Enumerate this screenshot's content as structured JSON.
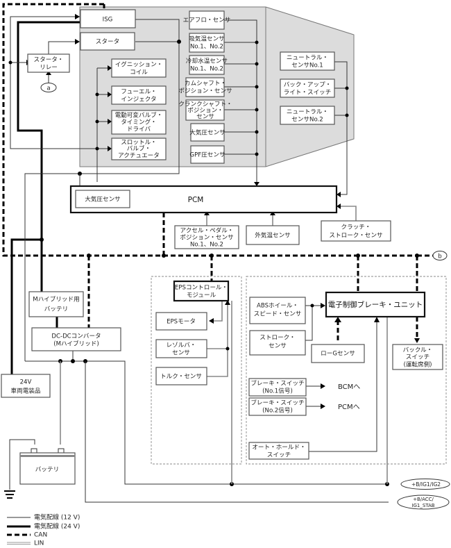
{
  "diagram": {
    "colors": {
      "shaded_area": "#dcdcdc",
      "line": "#333333",
      "lin": "#888888"
    },
    "engine_group": {
      "isg": "ISG",
      "starter": "スタータ",
      "starter_relay": [
        "スタータ・",
        "リレー"
      ],
      "ignition_coil": [
        "イグニッション・",
        "コイル"
      ],
      "fuel_injector": [
        "フューエル・",
        "インジェクタ"
      ],
      "vvt_driver": [
        "電動可変バルブ・",
        "タイミング・",
        "ドライバ"
      ],
      "throttle_actuator": [
        "スロットル・",
        "バルブ・",
        "アクチュエータ"
      ]
    },
    "sensors": {
      "airflow": "エアフロ・センサ",
      "intake_temp": [
        "吸気温センサ",
        "No.1、No.2"
      ],
      "coolant_temp": [
        "冷却水温センサ",
        "No.1、No.2"
      ],
      "cam_position": [
        "カムシャフト・",
        "ポジション・センサ"
      ],
      "crank_position": [
        "クランクシャフト・",
        "ポジション・",
        "センサ"
      ],
      "baro": "大気圧センサ",
      "gpf_pressure": "GPF圧センサ"
    },
    "trans_group": {
      "neutral1": [
        "ニュートラル・",
        "センサNo.1"
      ],
      "backup_light": [
        "バック・アップ・",
        "ライト・スイッチ"
      ],
      "neutral2": [
        "ニュートラル・",
        "センサNo.2"
      ]
    },
    "pcm": {
      "label": "PCM",
      "internal_sensor": "大気圧センサ"
    },
    "pcm_inputs": {
      "accel_pedal": [
        "アクセル・ペダル・",
        "ポジション・センサ",
        "No.1、No.2"
      ],
      "ambient_temp": "外気温センサ",
      "clutch_stroke": [
        "クラッチ・",
        "ストローク・センサ"
      ]
    },
    "markers": {
      "a": "a",
      "b": "b"
    },
    "power": {
      "mhybrid_battery": [
        "Mハイブリッド用",
        "バッテリ"
      ],
      "dcdc": [
        "DC-DCコンバータ",
        "(Mハイブリッド)"
      ],
      "vehicle_24v": [
        "24V",
        "車両電装品"
      ],
      "battery": "バッテリ"
    },
    "eps": {
      "module": [
        "EPSコントロール・",
        "モジュール"
      ],
      "motor": "EPSモータ",
      "resolver": [
        "レゾルバ・",
        "センサ"
      ],
      "torque": "トルク・センサ"
    },
    "brake": {
      "unit": "電子制御ブレーキ・ユニット",
      "abs_wheel": [
        "ABSホイール・",
        "スピード・センサ"
      ],
      "stroke": [
        "ストローク・",
        "センサ"
      ],
      "low_g": "ローGセンサ",
      "buckle": [
        "バックル・",
        "スイッチ",
        "(運転席側)"
      ],
      "brake_sw1": [
        "ブレーキ・スイッチ",
        "(No.1信号)"
      ],
      "brake_sw2": [
        "ブレーキ・スイッチ",
        "(No.2信号)"
      ],
      "to_bcm": "BCMへ",
      "to_pcm": "PCMへ",
      "auto_hold": [
        "オート・ホールド・",
        "スイッチ"
      ]
    },
    "supplies": {
      "ig1_ig2": "+B/IG1/IG2",
      "acc_stab": [
        "+B/ACC/",
        "IG1_STAB"
      ]
    },
    "legend": [
      {
        "type": "w12",
        "label": "電気配線 (12 V)"
      },
      {
        "type": "w24",
        "label": "電気配線 (24 V)"
      },
      {
        "type": "can",
        "label": "CAN"
      },
      {
        "type": "lin",
        "label": "LIN"
      }
    ]
  }
}
